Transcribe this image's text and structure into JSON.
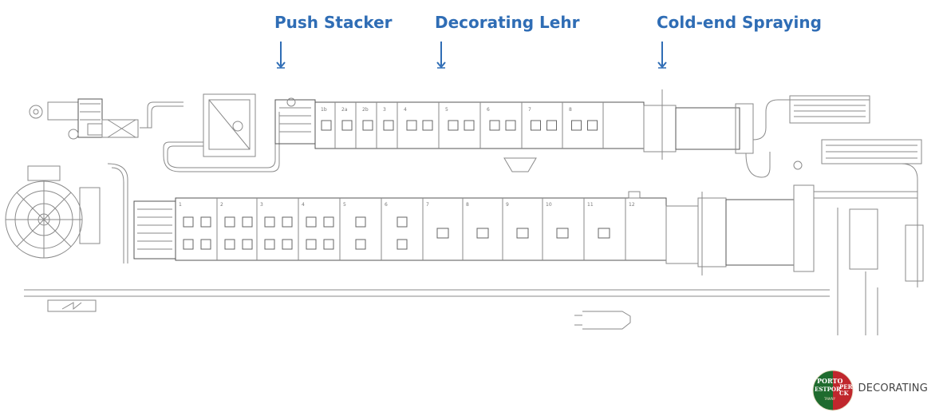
{
  "callouts": [
    {
      "label": "Push Stacker"
    },
    {
      "label": "Decorating Lehr"
    },
    {
      "label": "Cold-end Spraying"
    }
  ],
  "upper_lehr": {
    "zones": [
      "1b",
      "2a",
      "2b",
      "3",
      "4",
      "5",
      "6",
      "7",
      "8"
    ]
  },
  "lower_lehr": {
    "zones": [
      "1",
      "2",
      "3",
      "4",
      "5",
      "6",
      "7",
      "8",
      "9",
      "10",
      "11",
      "12"
    ]
  },
  "footer": {
    "section_label": "DECORATING",
    "logo_text": [
      "PORTO",
      "ESTPOR",
      "PER",
      "CK",
      "TAWNY"
    ]
  },
  "colors": {
    "accent": "#2f6db5",
    "line": "#8a8a8a",
    "logo_green": "#1f6b2e",
    "logo_red": "#c0272d"
  }
}
